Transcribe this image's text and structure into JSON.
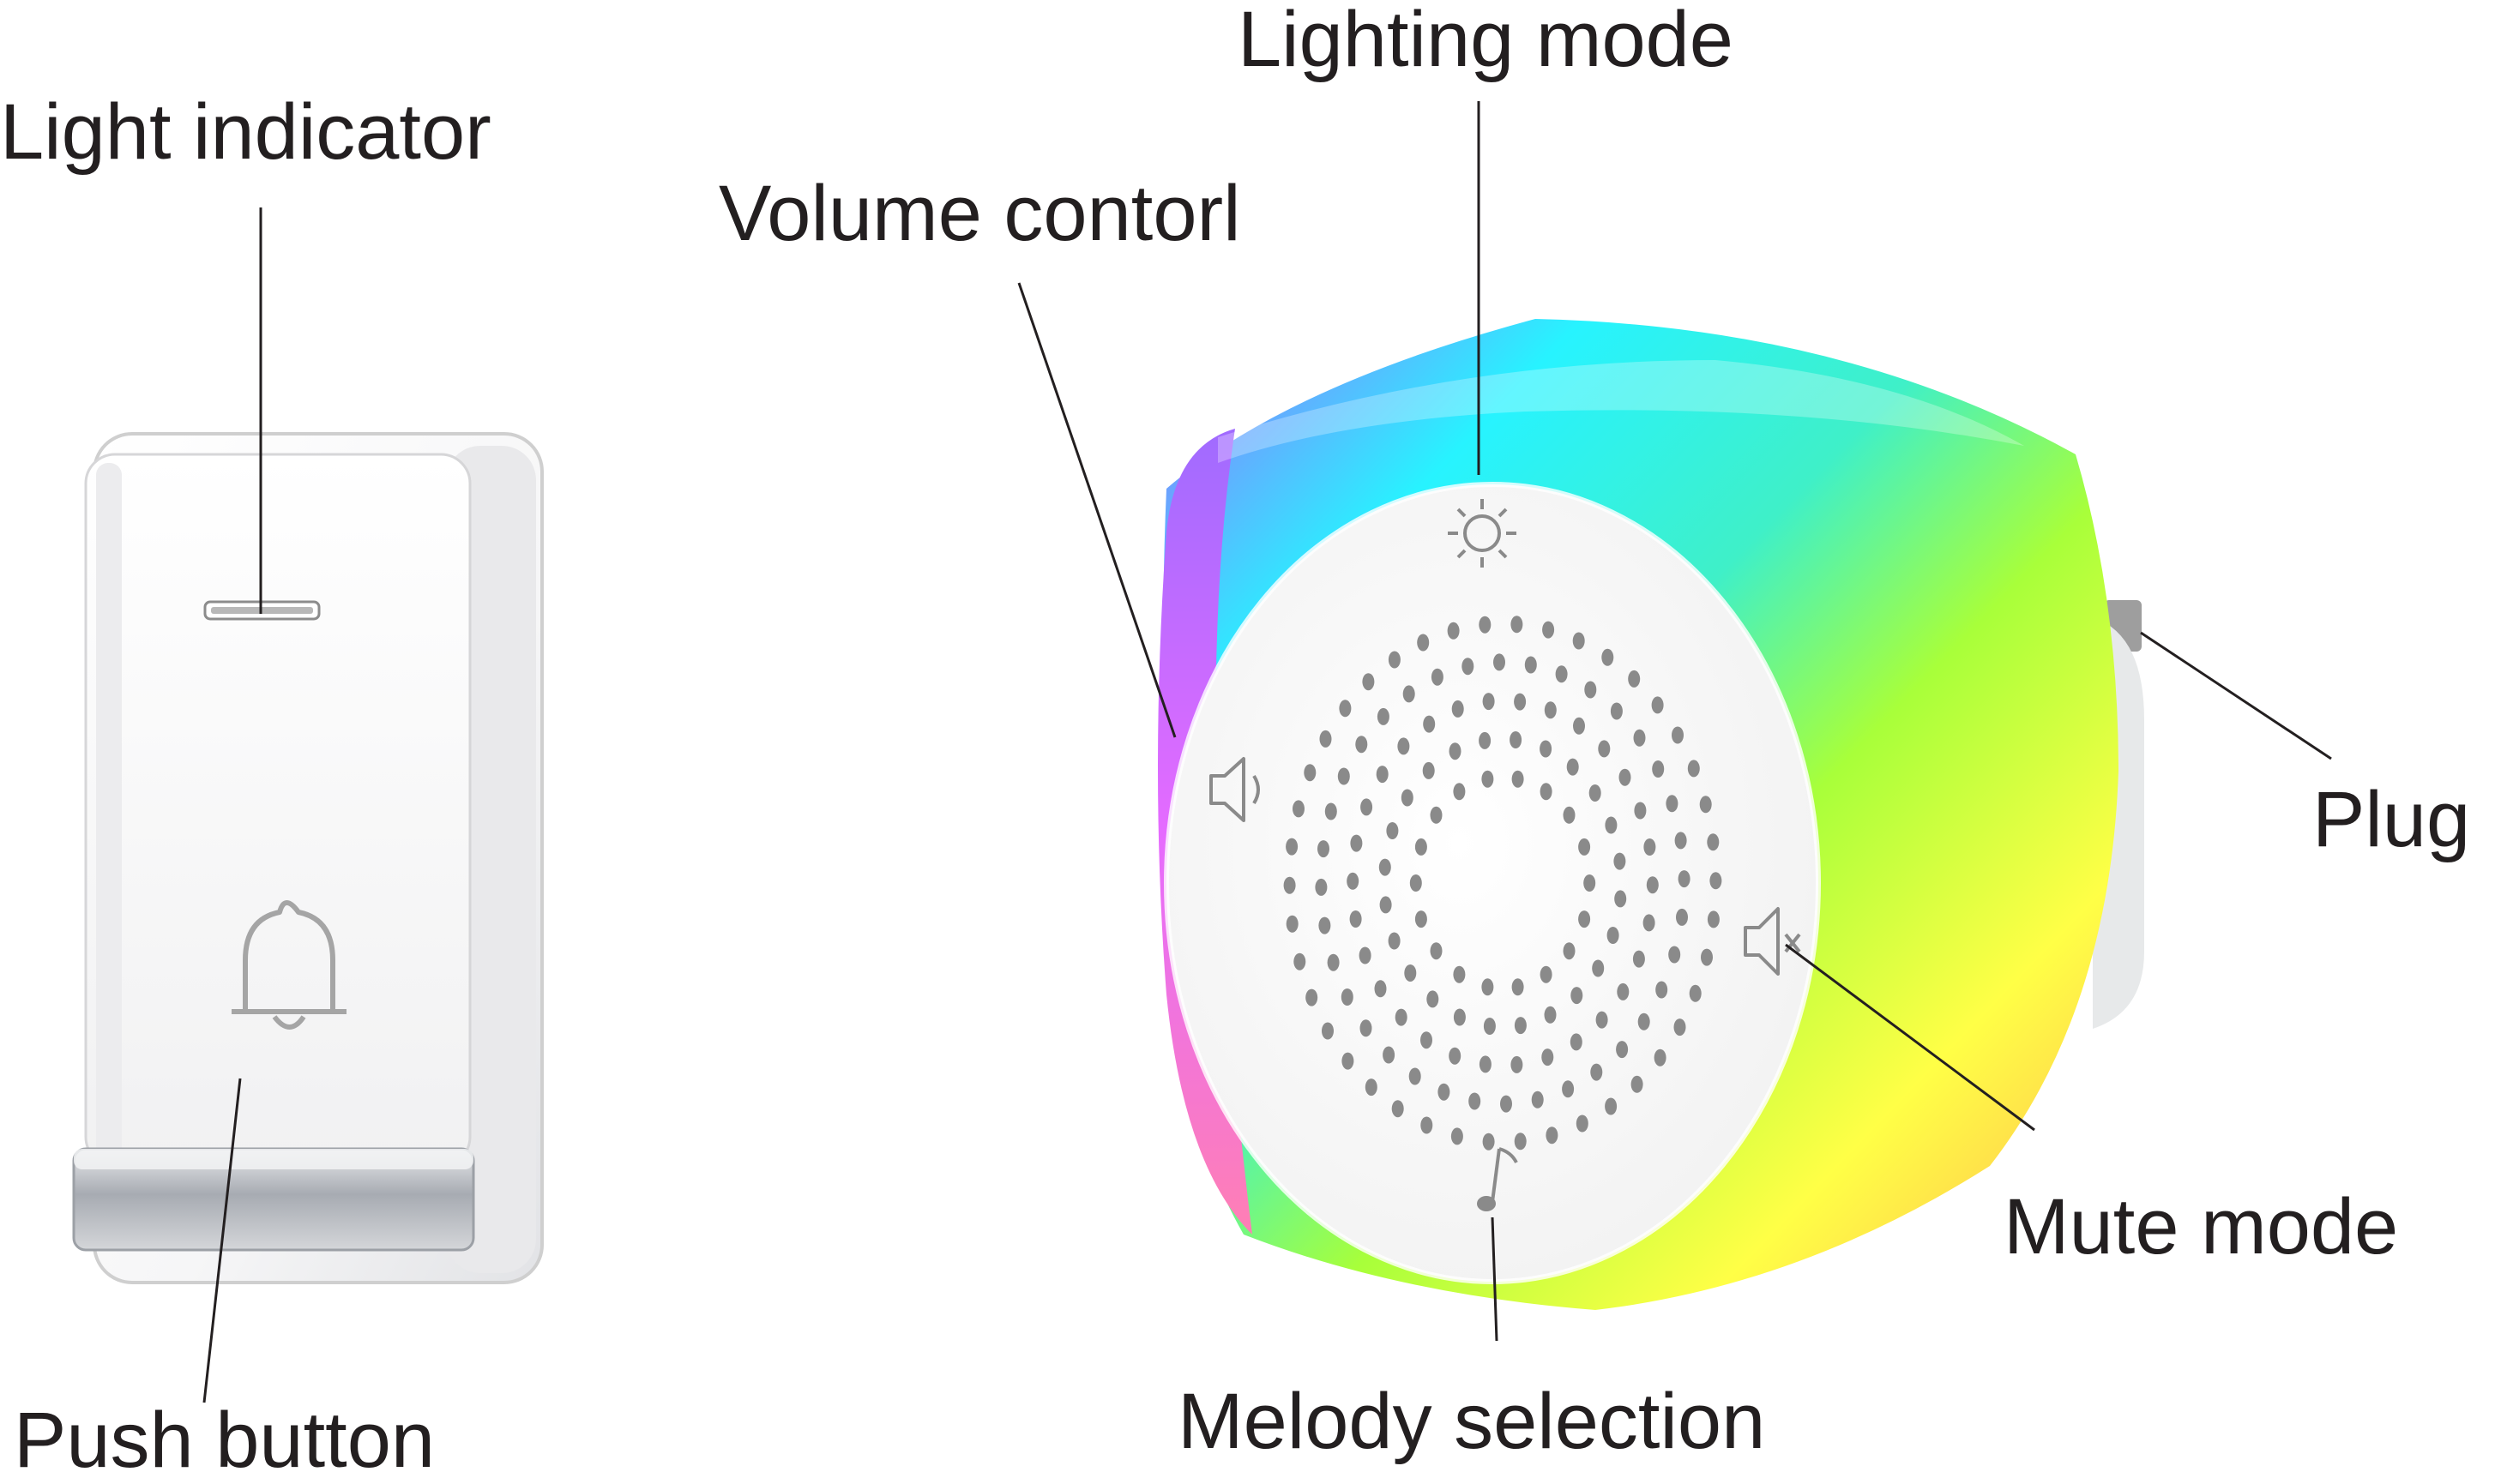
{
  "labels": {
    "light_indicator": "Light indicator",
    "volume_control": "Volume contorl",
    "lighting_mode": "Lighting mode",
    "plug": "Plug",
    "mute_mode": "Mute mode",
    "melody_selection": "Melody selection",
    "push_button": "Push button"
  },
  "colors": {
    "text": "#231f20",
    "leader_line": "#231f20",
    "transmitter_body": "#f7f7f7",
    "transmitter_edge": "#cfcfcf",
    "button_strip": "#b9bcc2",
    "receiver_face": "#ffffff",
    "speaker_hole": "#8a8a8a",
    "rgb_ring": [
      "#9a6cff",
      "#27f3ff",
      "#3ff0c8",
      "#a8ff3a",
      "#ffff46",
      "#ffb050",
      "#ff67e4"
    ]
  },
  "icons": {
    "lighting_mode": "sun-icon",
    "volume_control": "speaker-icon",
    "mute_mode": "speaker-mute-icon",
    "melody_selection": "music-note-icon",
    "push_button": "bell-icon",
    "light_indicator": "led-bar-icon"
  }
}
